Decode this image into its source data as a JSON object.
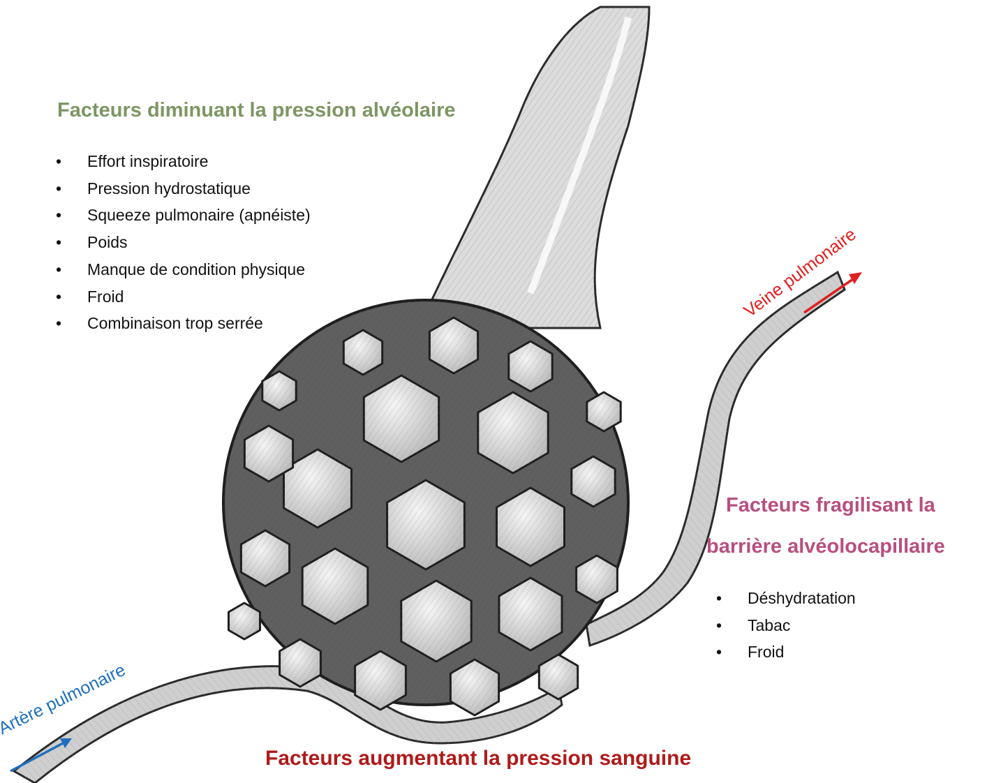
{
  "colors": {
    "alveolar_heading": "#7d9663",
    "barrier_heading": "#b84f7f",
    "blood_heading": "#b01a1a",
    "artery": "#1f6fbe",
    "vein": "#e0201f",
    "sketch_dark": "#2a2a2a",
    "sketch_mid": "#8a8a8a"
  },
  "icons": {
    "artery_arrow": "arrow-up-right-icon",
    "vein_arrow": "arrow-up-right-icon"
  },
  "alveolar_pressure": {
    "heading": "Facteurs diminuant la pression alvéolaire",
    "items": [
      "Effort inspiratoire",
      "Pression hydrostatique",
      "Squeeze pulmonaire (apnéiste)",
      "Poids",
      "Manque de condition physique",
      "Froid",
      "Combinaison trop serrée"
    ]
  },
  "barrier": {
    "heading_line1": "Facteurs fragilisant la",
    "heading_line2": "barrière alvéolocapillaire",
    "items": [
      "Déshydratation",
      "Tabac",
      "Froid"
    ]
  },
  "blood_pressure": {
    "heading": "Facteurs augmentant la pression sanguine"
  },
  "vessels": {
    "artery_label": "Artère pulmonaire",
    "vein_label": "Veine pulmonaire"
  }
}
